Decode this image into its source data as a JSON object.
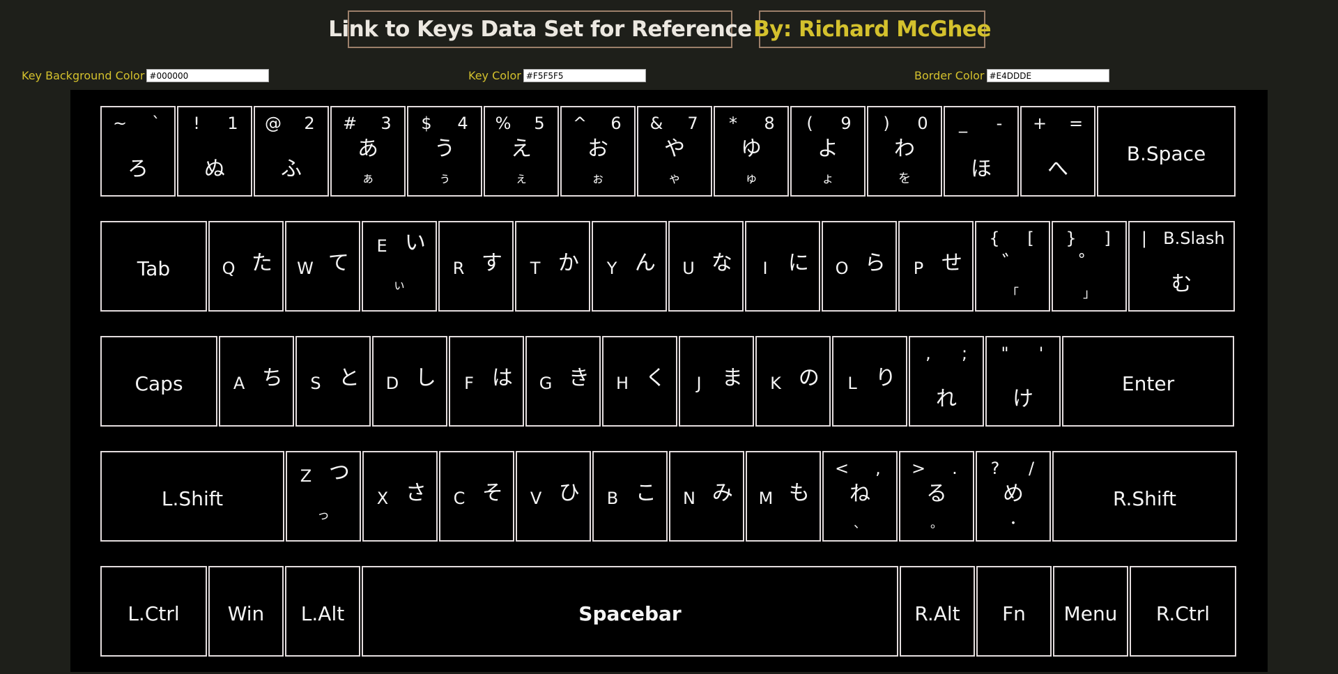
{
  "header": {
    "link_label": "Link to Keys Data Set for Reference",
    "author_label": "By: Richard McGhee"
  },
  "controls": {
    "key_bg_label": "Key Background Color",
    "key_bg_value": "#000000",
    "key_color_label": "Key Color",
    "key_color_value": "#F5F5F5",
    "border_color_label": "Border Color",
    "border_color_value": "#E4DDDE"
  },
  "colors": {
    "page_bg": "#1e1f1a",
    "accent": "#d4c12d",
    "keyboard_bg": "#000000"
  },
  "rows": [
    [
      {
        "name": "key-backtick",
        "tl": "~",
        "tr": "`",
        "kana": "ろ"
      },
      {
        "name": "key-1",
        "tl": "!",
        "tr": "1",
        "kana": "ぬ"
      },
      {
        "name": "key-2",
        "tl": "@",
        "tr": "2",
        "kana": "ふ"
      },
      {
        "name": "key-3",
        "tl": "#",
        "tr": "3",
        "kana": "あ",
        "small": "ぁ"
      },
      {
        "name": "key-4",
        "tl": "$",
        "tr": "4",
        "kana": "う",
        "small": "ぅ"
      },
      {
        "name": "key-5",
        "tl": "%",
        "tr": "5",
        "kana": "え",
        "small": "ぇ"
      },
      {
        "name": "key-6",
        "tl": "^",
        "tr": "6",
        "kana": "お",
        "small": "ぉ"
      },
      {
        "name": "key-7",
        "tl": "&",
        "tr": "7",
        "kana": "や",
        "small": "ゃ"
      },
      {
        "name": "key-8",
        "tl": "*",
        "tr": "8",
        "kana": "ゆ",
        "small": "ゅ"
      },
      {
        "name": "key-9",
        "tl": "(",
        "tr": "9",
        "kana": "よ",
        "small": "ょ"
      },
      {
        "name": "key-0",
        "tl": ")",
        "tr": "0",
        "kana": "わ",
        "small": "を"
      },
      {
        "name": "key-minus",
        "tl": "_",
        "tr": "-",
        "kana": "ほ"
      },
      {
        "name": "key-equals",
        "tl": "+",
        "tr": "=",
        "kana": "へ"
      },
      {
        "name": "key-backspace",
        "label": "B.Space"
      }
    ],
    [
      {
        "name": "key-tab",
        "label": "Tab"
      },
      {
        "name": "key-q",
        "letter": "Q",
        "kana": "た"
      },
      {
        "name": "key-w",
        "letter": "W",
        "kana": "て"
      },
      {
        "name": "key-e",
        "letter": "E",
        "kana": "い",
        "small": "ぃ"
      },
      {
        "name": "key-r",
        "letter": "R",
        "kana": "す"
      },
      {
        "name": "key-t",
        "letter": "T",
        "kana": "か"
      },
      {
        "name": "key-y",
        "letter": "Y",
        "kana": "ん"
      },
      {
        "name": "key-u",
        "letter": "U",
        "kana": "な"
      },
      {
        "name": "key-i",
        "letter": "I",
        "kana": "に"
      },
      {
        "name": "key-o",
        "letter": "O",
        "kana": "ら"
      },
      {
        "name": "key-p",
        "letter": "P",
        "kana": "せ"
      },
      {
        "name": "key-left-bracket",
        "tl": "{",
        "tr": "[",
        "kana": "゛",
        "small": "「"
      },
      {
        "name": "key-right-bracket",
        "tl": "}",
        "tr": "]",
        "kana": "゜",
        "small": "」"
      },
      {
        "name": "key-backslash",
        "tl": "|",
        "tr": "B.Slash",
        "kana": "む"
      }
    ],
    [
      {
        "name": "key-caps",
        "label": "Caps"
      },
      {
        "name": "key-a",
        "letter": "A",
        "kana": "ち"
      },
      {
        "name": "key-s",
        "letter": "S",
        "kana": "と"
      },
      {
        "name": "key-d",
        "letter": "D",
        "kana": "し"
      },
      {
        "name": "key-f",
        "letter": "F",
        "kana": "は"
      },
      {
        "name": "key-g",
        "letter": "G",
        "kana": "き"
      },
      {
        "name": "key-h",
        "letter": "H",
        "kana": "く"
      },
      {
        "name": "key-j",
        "letter": "J",
        "kana": "ま"
      },
      {
        "name": "key-k",
        "letter": "K",
        "kana": "の"
      },
      {
        "name": "key-l",
        "letter": "L",
        "kana": "り"
      },
      {
        "name": "key-semicolon",
        "tl": ",",
        "tr": ";",
        "kana": "れ"
      },
      {
        "name": "key-quote",
        "tl": "\"",
        "tr": "'",
        "kana": "け"
      },
      {
        "name": "key-enter",
        "label": "Enter"
      }
    ],
    [
      {
        "name": "key-left-shift",
        "label": "L.Shift"
      },
      {
        "name": "key-z",
        "letter": "Z",
        "kana": "つ",
        "small": "っ"
      },
      {
        "name": "key-x",
        "letter": "X",
        "kana": "さ"
      },
      {
        "name": "key-c",
        "letter": "C",
        "kana": "そ"
      },
      {
        "name": "key-v",
        "letter": "V",
        "kana": "ひ"
      },
      {
        "name": "key-b",
        "letter": "B",
        "kana": "こ"
      },
      {
        "name": "key-n",
        "letter": "N",
        "kana": "み"
      },
      {
        "name": "key-m",
        "letter": "M",
        "kana": "も"
      },
      {
        "name": "key-comma",
        "tl": "<",
        "tr": ",",
        "kana": "ね",
        "small": "、"
      },
      {
        "name": "key-period",
        "tl": ">",
        "tr": ".",
        "kana": "る",
        "small": "。"
      },
      {
        "name": "key-slash",
        "tl": "?",
        "tr": "/",
        "kana": "め",
        "small": "・"
      },
      {
        "name": "key-right-shift",
        "label": "R.Shift"
      }
    ],
    [
      {
        "name": "key-left-ctrl",
        "label": "L.Ctrl"
      },
      {
        "name": "key-win",
        "label": "Win"
      },
      {
        "name": "key-left-alt",
        "label": "L.Alt"
      },
      {
        "name": "key-spacebar",
        "label": "Spacebar",
        "bold": true
      },
      {
        "name": "key-right-alt",
        "label": "R.Alt"
      },
      {
        "name": "key-fn",
        "label": "Fn"
      },
      {
        "name": "key-menu",
        "label": "Menu"
      },
      {
        "name": "key-right-ctrl",
        "label": "R.Ctrl"
      }
    ]
  ]
}
